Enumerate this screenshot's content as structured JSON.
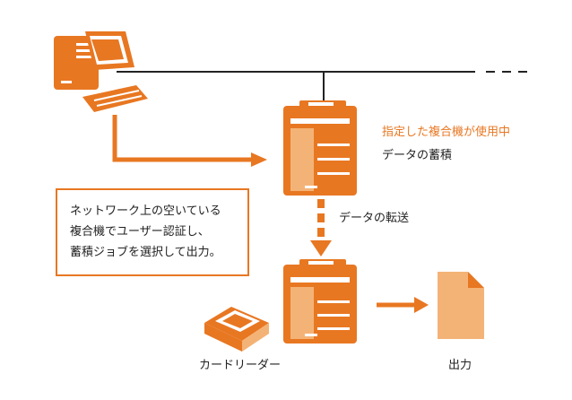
{
  "colors": {
    "accent": "#e87722",
    "accent_light": "#f4b376",
    "line": "#222222",
    "text": "#222222"
  },
  "printer_top": {
    "title": "指定した複合機が使用中",
    "subtitle": "データの蓄積"
  },
  "transfer_label": "データの転送",
  "note": {
    "lines": [
      "ネットワーク上の空いている",
      "複合機でユーザー認証し、",
      "蓄積ジョブを選択して出力。"
    ]
  },
  "card_reader_label": "カードリーダー",
  "output_label": "出力",
  "icons": [
    "computer-icon",
    "printer-icon",
    "card-reader-icon",
    "document-icon"
  ]
}
